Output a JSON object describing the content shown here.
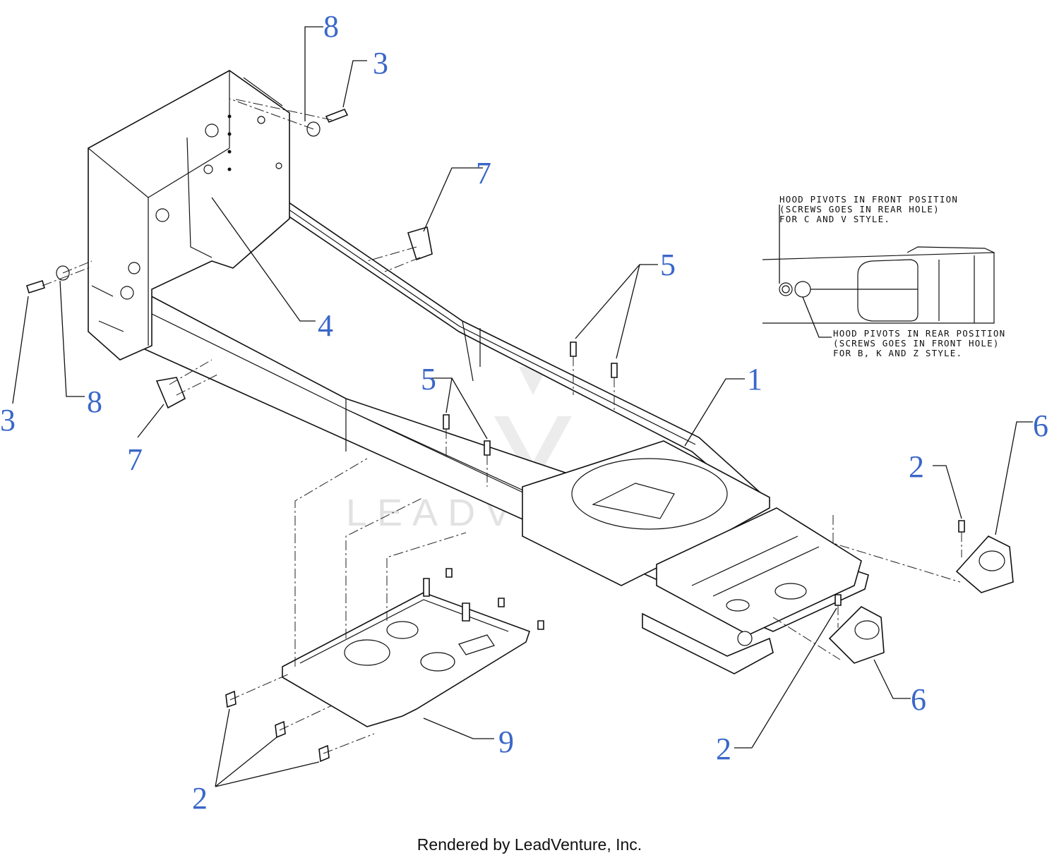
{
  "callouts": [
    {
      "id": "c8a",
      "label": "8"
    },
    {
      "id": "c3a",
      "label": "3"
    },
    {
      "id": "c7a",
      "label": "7"
    },
    {
      "id": "c5a",
      "label": "5"
    },
    {
      "id": "c4",
      "label": "4"
    },
    {
      "id": "c3b",
      "label": "3"
    },
    {
      "id": "c8b",
      "label": "8"
    },
    {
      "id": "c7b",
      "label": "7"
    },
    {
      "id": "c5b",
      "label": "5"
    },
    {
      "id": "c1",
      "label": "1"
    },
    {
      "id": "c6a",
      "label": "6"
    },
    {
      "id": "c2a",
      "label": "2"
    },
    {
      "id": "c6b",
      "label": "6"
    },
    {
      "id": "c9",
      "label": "9"
    },
    {
      "id": "c2b",
      "label": "2"
    },
    {
      "id": "c2c",
      "label": "2"
    }
  ],
  "notes": {
    "front_position": [
      "HOOD PIVOTS IN FRONT POSITION",
      "(SCREWS GOES IN REAR HOLE)",
      "FOR C AND V STYLE."
    ],
    "rear_position": [
      "HOOD PIVOTS IN REAR POSITION",
      "(SCREWS GOES IN FRONT HOLE)",
      "FOR B, K AND Z STYLE."
    ]
  },
  "watermark": "LEADVENTURE",
  "footer": "Rendered by LeadVenture, Inc.",
  "colors": {
    "callout": "#3a67c9",
    "line": "#111111",
    "watermark": "#e2e2e2"
  }
}
